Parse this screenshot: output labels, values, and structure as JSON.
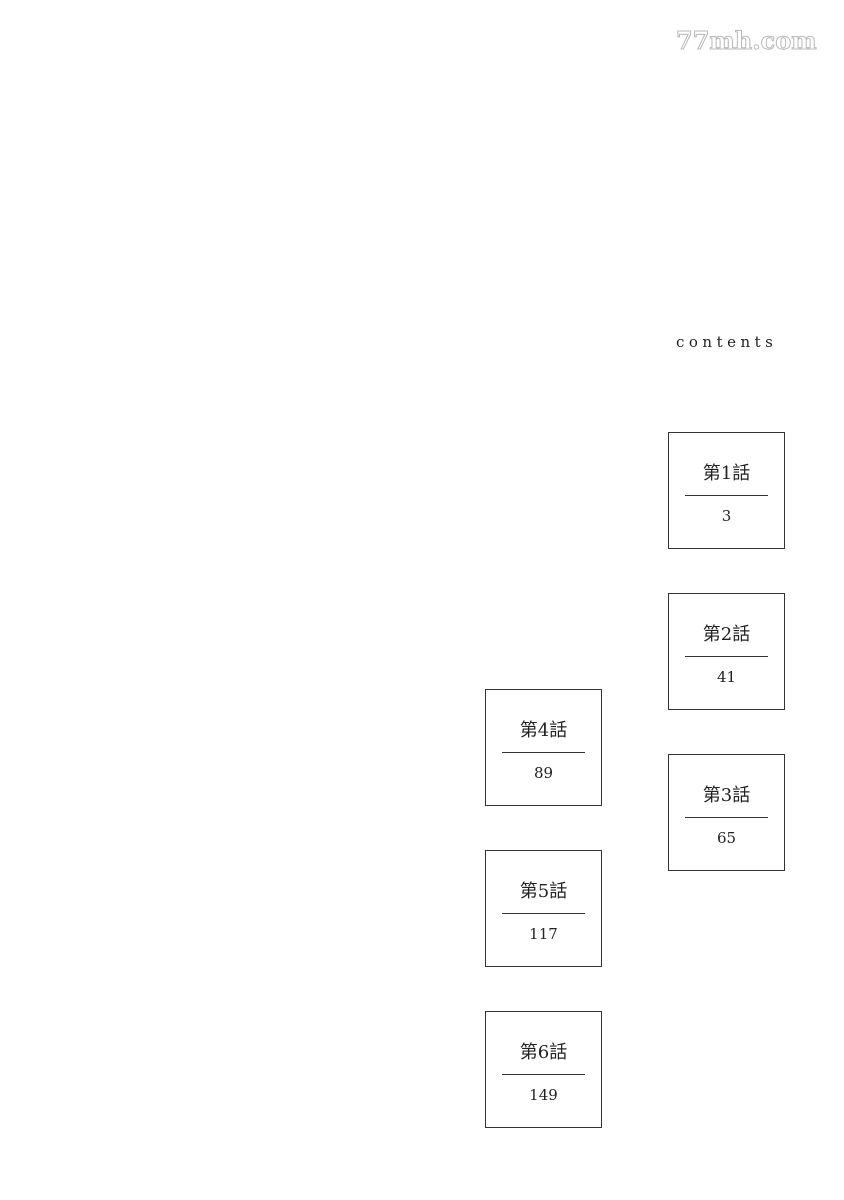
{
  "watermark": "77mh.com",
  "heading": "contents",
  "chapters": [
    {
      "title": "第1話",
      "page": "3"
    },
    {
      "title": "第2話",
      "page": "41"
    },
    {
      "title": "第3話",
      "page": "65"
    },
    {
      "title": "第4話",
      "page": "89"
    },
    {
      "title": "第5話",
      "page": "117"
    },
    {
      "title": "第6話",
      "page": "149"
    }
  ]
}
